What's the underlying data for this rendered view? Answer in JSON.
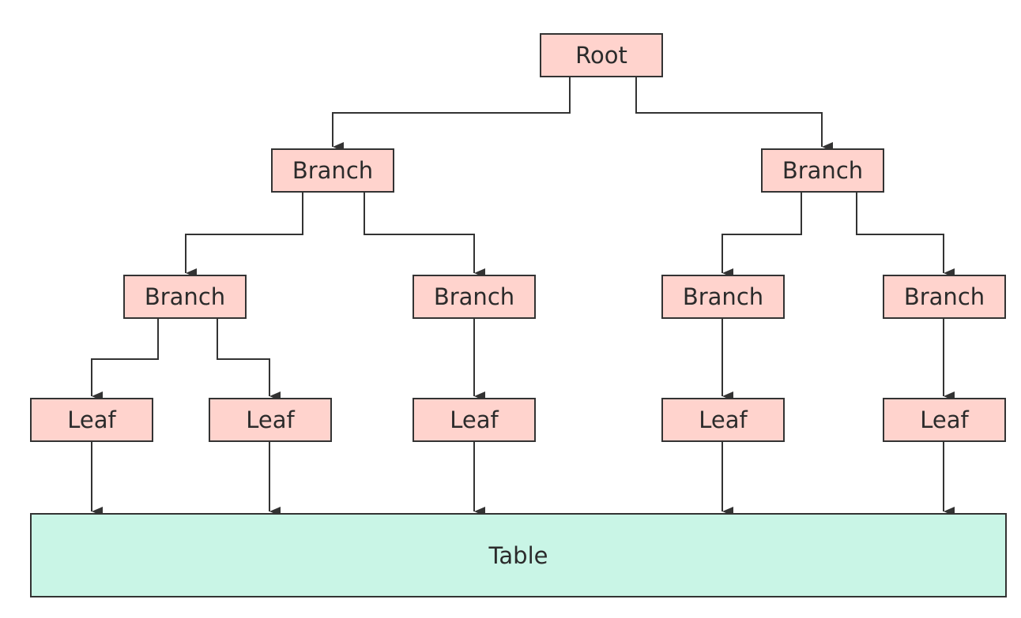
{
  "colors": {
    "node_fill": "#ffd3cd",
    "table_fill": "#c9f5e6",
    "stroke": "#333333"
  },
  "diagram": {
    "root": {
      "label": "Root"
    },
    "branches_level1": [
      {
        "label": "Branch"
      },
      {
        "label": "Branch"
      }
    ],
    "branches_level2": [
      {
        "label": "Branch"
      },
      {
        "label": "Branch"
      },
      {
        "label": "Branch"
      },
      {
        "label": "Branch"
      }
    ],
    "leaves": [
      {
        "label": "Leaf"
      },
      {
        "label": "Leaf"
      },
      {
        "label": "Leaf"
      },
      {
        "label": "Leaf"
      },
      {
        "label": "Leaf"
      }
    ],
    "table": {
      "label": "Table"
    }
  }
}
